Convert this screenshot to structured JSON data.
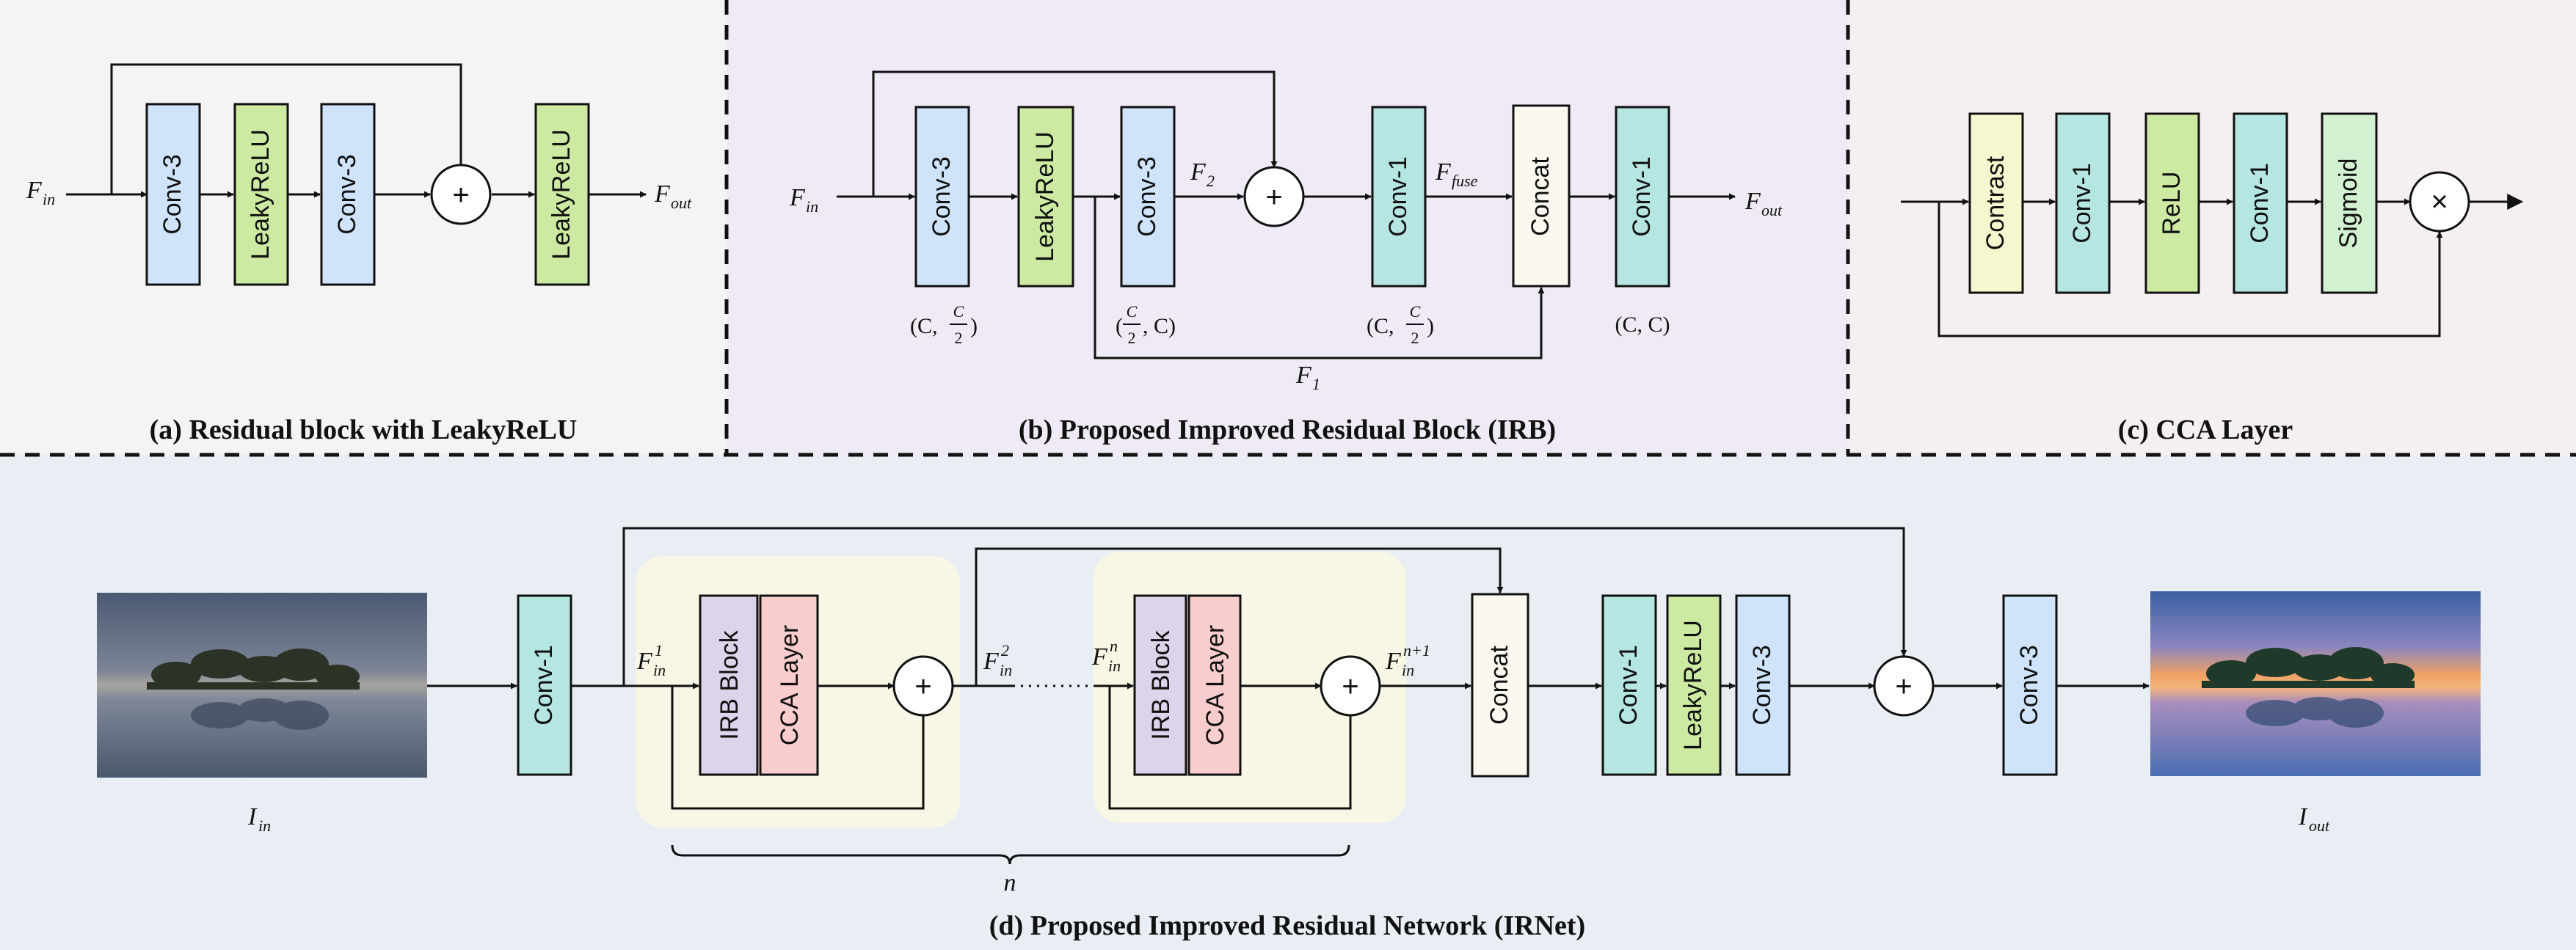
{
  "colors": {
    "panel_a": "#f4f4f4",
    "panel_b": "#efeaf5",
    "panel_c": "#f5eff1",
    "panel_d": "#e9eef4",
    "conv3": "#cfe4fb",
    "leaky": "#cdeaa2",
    "conv1": "#b5e6e2",
    "concat": "#fbf9ef",
    "contrast": "#f7f7cf",
    "relu": "#cdeaa2",
    "sigmoid": "#d2f1d0",
    "irb": "#ddd3ea",
    "cca": "#f9cccd",
    "group": "#f8f6e4"
  },
  "panel_a": {
    "caption": "(a) Residual block with LeakyReLU",
    "input": {
      "main": "F",
      "sub": "in"
    },
    "output": {
      "main": "F",
      "sub": "out"
    },
    "blocks": [
      "Conv-3",
      "LeakyReLU",
      "Conv-3",
      "LeakyReLU"
    ],
    "add_symbol": "+"
  },
  "panel_b": {
    "caption": "(b) Proposed Improved Residual Block (IRB)",
    "input": {
      "main": "F",
      "sub": "in"
    },
    "output": {
      "main": "F",
      "sub": "out"
    },
    "f2": {
      "main": "F",
      "sub": "2"
    },
    "ffuse": {
      "main": "F",
      "sub": "fuse"
    },
    "f1": {
      "main": "F",
      "sub": "1"
    },
    "blocks": [
      "Conv-3",
      "LeakyReLU",
      "Conv-3",
      "Conv-1",
      "Concat",
      "Conv-1"
    ],
    "add_symbol": "+",
    "dims": {
      "d1": {
        "pre": "(C, ",
        "num": "C",
        "den": "2",
        "post": ")"
      },
      "d2": {
        "pre": "(",
        "num": "C",
        "den": "2",
        "post": ", C)"
      },
      "d3": {
        "pre": "(C, ",
        "num": "C",
        "den": "2",
        "post": ")"
      },
      "d4": {
        "text": "(C, C)"
      }
    }
  },
  "panel_c": {
    "caption": "(c) CCA Layer",
    "blocks": [
      "Contrast",
      "Conv-1",
      "ReLU",
      "Conv-1",
      "Sigmoid"
    ],
    "mul_symbol": "×"
  },
  "panel_d": {
    "caption": "(d) Proposed Improved Residual Network (IRNet)",
    "input_label": {
      "main": "I",
      "sub": "in"
    },
    "output_label": {
      "main": "I",
      "sub": "out"
    },
    "conv_first": "Conv-1",
    "irb": "IRB Block",
    "cca": "CCA Layer",
    "concat": "Concat",
    "tail": [
      "Conv-1",
      "LeakyReLU",
      "Conv-3"
    ],
    "final": "Conv-3",
    "add_symbol": "+",
    "brace_label": "n",
    "f_labels": {
      "f1": {
        "main": "F",
        "sup": "1",
        "sub": "in"
      },
      "f2": {
        "main": "F",
        "sup": "2",
        "sub": "in"
      },
      "fn": {
        "main": "F",
        "sup": "n",
        "sub": "in"
      },
      "fn1": {
        "main": "F",
        "sup": "n+1",
        "sub": "in"
      }
    }
  }
}
